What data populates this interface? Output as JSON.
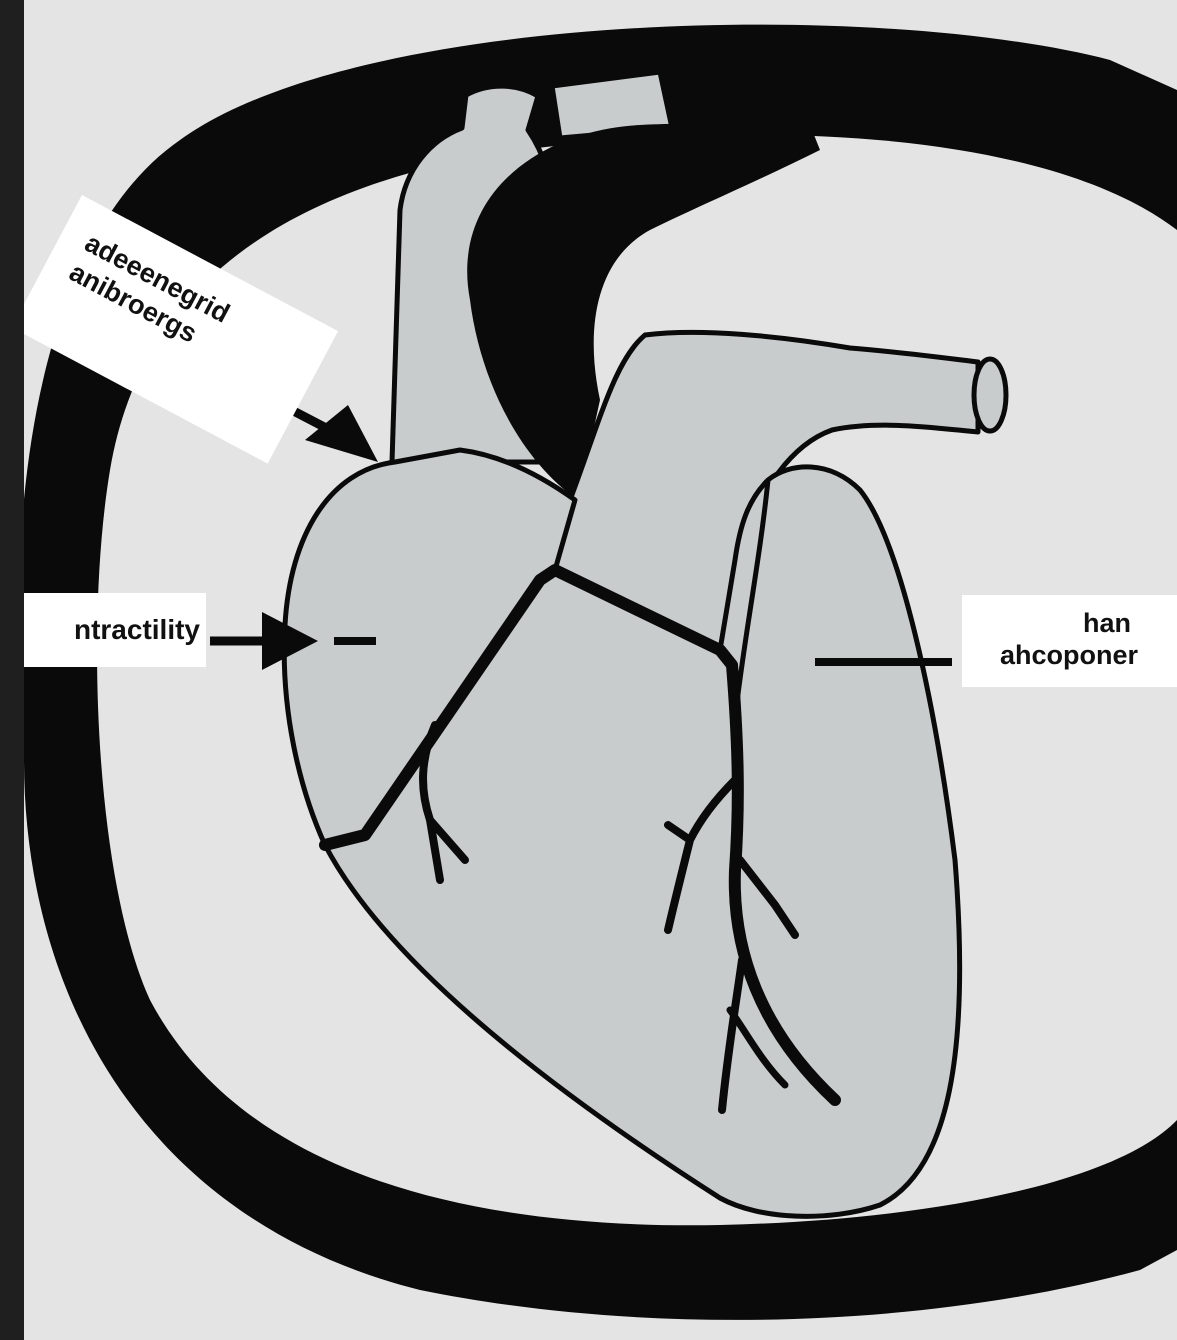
{
  "labels": {
    "top_left": {
      "line1": "adeeenegrid",
      "line2": "anibroergs"
    },
    "left": {
      "text": "ntractility"
    },
    "right": {
      "line1": "han",
      "line2": "ahcoponer"
    }
  },
  "colors": {
    "background": "#e4e4e4",
    "heart_fill": "#c9cccd",
    "outline": "#0a0a0a",
    "label_box": "#ffffff",
    "left_strip": "#1f1f1f"
  }
}
